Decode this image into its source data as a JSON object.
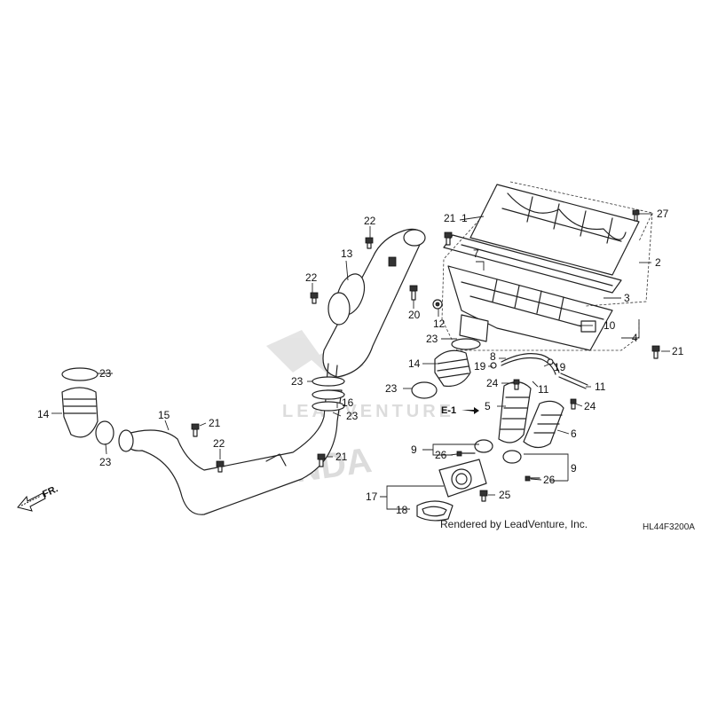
{
  "diagram": {
    "drawing_code": "HL44F3200A",
    "credit": "Rendered by LeadVenture, Inc.",
    "ref_label": "E-1",
    "direction_label": "FR.",
    "watermark": {
      "brand": "HONDA",
      "vendor": "LEADVENTURE"
    },
    "callouts": [
      {
        "id": "c1",
        "label": "1"
      },
      {
        "id": "c2",
        "label": "2"
      },
      {
        "id": "c3",
        "label": "3"
      },
      {
        "id": "c4",
        "label": "4"
      },
      {
        "id": "c5",
        "label": "5"
      },
      {
        "id": "c6",
        "label": "6"
      },
      {
        "id": "c7",
        "label": "7"
      },
      {
        "id": "c8",
        "label": "8"
      },
      {
        "id": "c9a",
        "label": "9"
      },
      {
        "id": "c9b",
        "label": "9"
      },
      {
        "id": "c10",
        "label": "10"
      },
      {
        "id": "c11a",
        "label": "11"
      },
      {
        "id": "c11b",
        "label": "11"
      },
      {
        "id": "c12",
        "label": "12"
      },
      {
        "id": "c13",
        "label": "13"
      },
      {
        "id": "c14a",
        "label": "14"
      },
      {
        "id": "c14b",
        "label": "14"
      },
      {
        "id": "c15",
        "label": "15"
      },
      {
        "id": "c16",
        "label": "16"
      },
      {
        "id": "c17",
        "label": "17"
      },
      {
        "id": "c18",
        "label": "18"
      },
      {
        "id": "c19a",
        "label": "19"
      },
      {
        "id": "c19b",
        "label": "19"
      },
      {
        "id": "c20",
        "label": "20"
      },
      {
        "id": "c21a",
        "label": "21"
      },
      {
        "id": "c21b",
        "label": "21"
      },
      {
        "id": "c21c",
        "label": "21"
      },
      {
        "id": "c21d",
        "label": "21"
      },
      {
        "id": "c22a",
        "label": "22"
      },
      {
        "id": "c22b",
        "label": "22"
      },
      {
        "id": "c22c",
        "label": "22"
      },
      {
        "id": "c23a",
        "label": "23"
      },
      {
        "id": "c23b",
        "label": "23"
      },
      {
        "id": "c23c",
        "label": "23"
      },
      {
        "id": "c23d",
        "label": "23"
      },
      {
        "id": "c23e",
        "label": "23"
      },
      {
        "id": "c23f",
        "label": "23"
      },
      {
        "id": "c24a",
        "label": "24"
      },
      {
        "id": "c24b",
        "label": "24"
      },
      {
        "id": "c25",
        "label": "25"
      },
      {
        "id": "c26a",
        "label": "26"
      },
      {
        "id": "c26b",
        "label": "26"
      },
      {
        "id": "c27",
        "label": "27"
      }
    ]
  }
}
